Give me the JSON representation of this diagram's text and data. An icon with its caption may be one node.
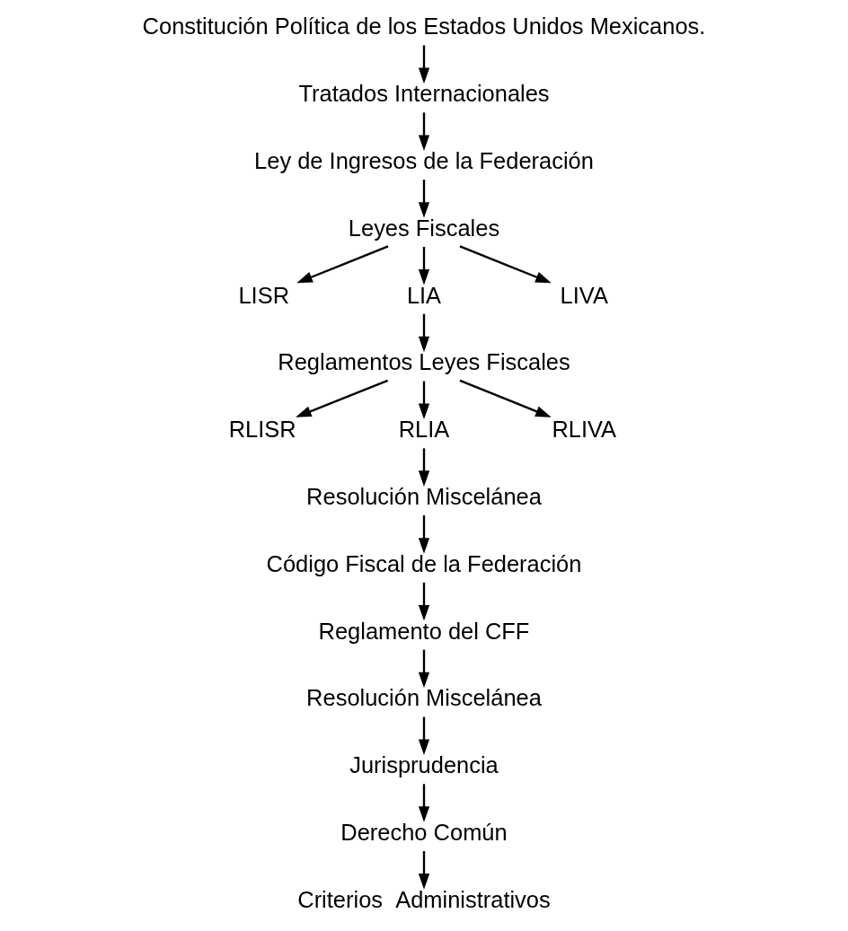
{
  "diagram": {
    "nodes": [
      {
        "text": [
          "Constitución Política de los Estados Unidos Mexicanos."
        ]
      },
      {
        "text": [
          "Tratados Internacionales"
        ]
      },
      {
        "text": [
          "Ley de Ingresos de la Federación"
        ]
      },
      {
        "text": [
          "Leyes Fiscales"
        ]
      },
      {
        "text": [
          "LISR"
        ]
      },
      {
        "text": [
          "LIA"
        ]
      },
      {
        "text": [
          "LIVA"
        ]
      },
      {
        "text": [
          "Reglamentos Leyes Fiscales"
        ]
      },
      {
        "text": [
          "RLISR"
        ]
      },
      {
        "text": [
          "RLIA"
        ]
      },
      {
        "text": [
          "RLIVA"
        ]
      },
      {
        "text": [
          "Resolución Miscelánea"
        ]
      },
      {
        "text": [
          "Código Fiscal de la Federación"
        ]
      },
      {
        "text": [
          "Reglamento del CFF"
        ]
      },
      {
        "text": [
          "Resolución Miscelánea"
        ]
      },
      {
        "text": [
          "Jurisprudencia"
        ]
      },
      {
        "text": [
          "Derecho Común"
        ]
      },
      {
        "text": [
          "Criterios  Administrativos"
        ]
      }
    ],
    "edges": [
      {
        "from": 0,
        "to": 1,
        "arrow": "to"
      },
      {
        "from": 1,
        "to": 2,
        "arrow": "to"
      },
      {
        "from": 2,
        "to": 3,
        "arrow": "to"
      },
      {
        "from": 3,
        "to": 4,
        "arrow": "to"
      },
      {
        "from": 3,
        "to": 5,
        "arrow": "to"
      },
      {
        "from": 3,
        "to": 6,
        "arrow": "to"
      },
      {
        "from": 5,
        "to": 7,
        "arrow": "to"
      },
      {
        "from": 7,
        "to": 8,
        "arrow": "to"
      },
      {
        "from": 7,
        "to": 9,
        "arrow": "to"
      },
      {
        "from": 7,
        "to": 10,
        "arrow": "to"
      },
      {
        "from": 9,
        "to": 11,
        "arrow": "to"
      },
      {
        "from": 11,
        "to": 12,
        "arrow": "to"
      },
      {
        "from": 12,
        "to": 13,
        "arrow": "to"
      },
      {
        "from": 13,
        "to": 14,
        "arrow": "to"
      },
      {
        "from": 14,
        "to": 15,
        "arrow": "to"
      },
      {
        "from": 15,
        "to": 16,
        "arrow": "to"
      },
      {
        "from": 16,
        "to": 17,
        "arrow": "to"
      }
    ]
  }
}
